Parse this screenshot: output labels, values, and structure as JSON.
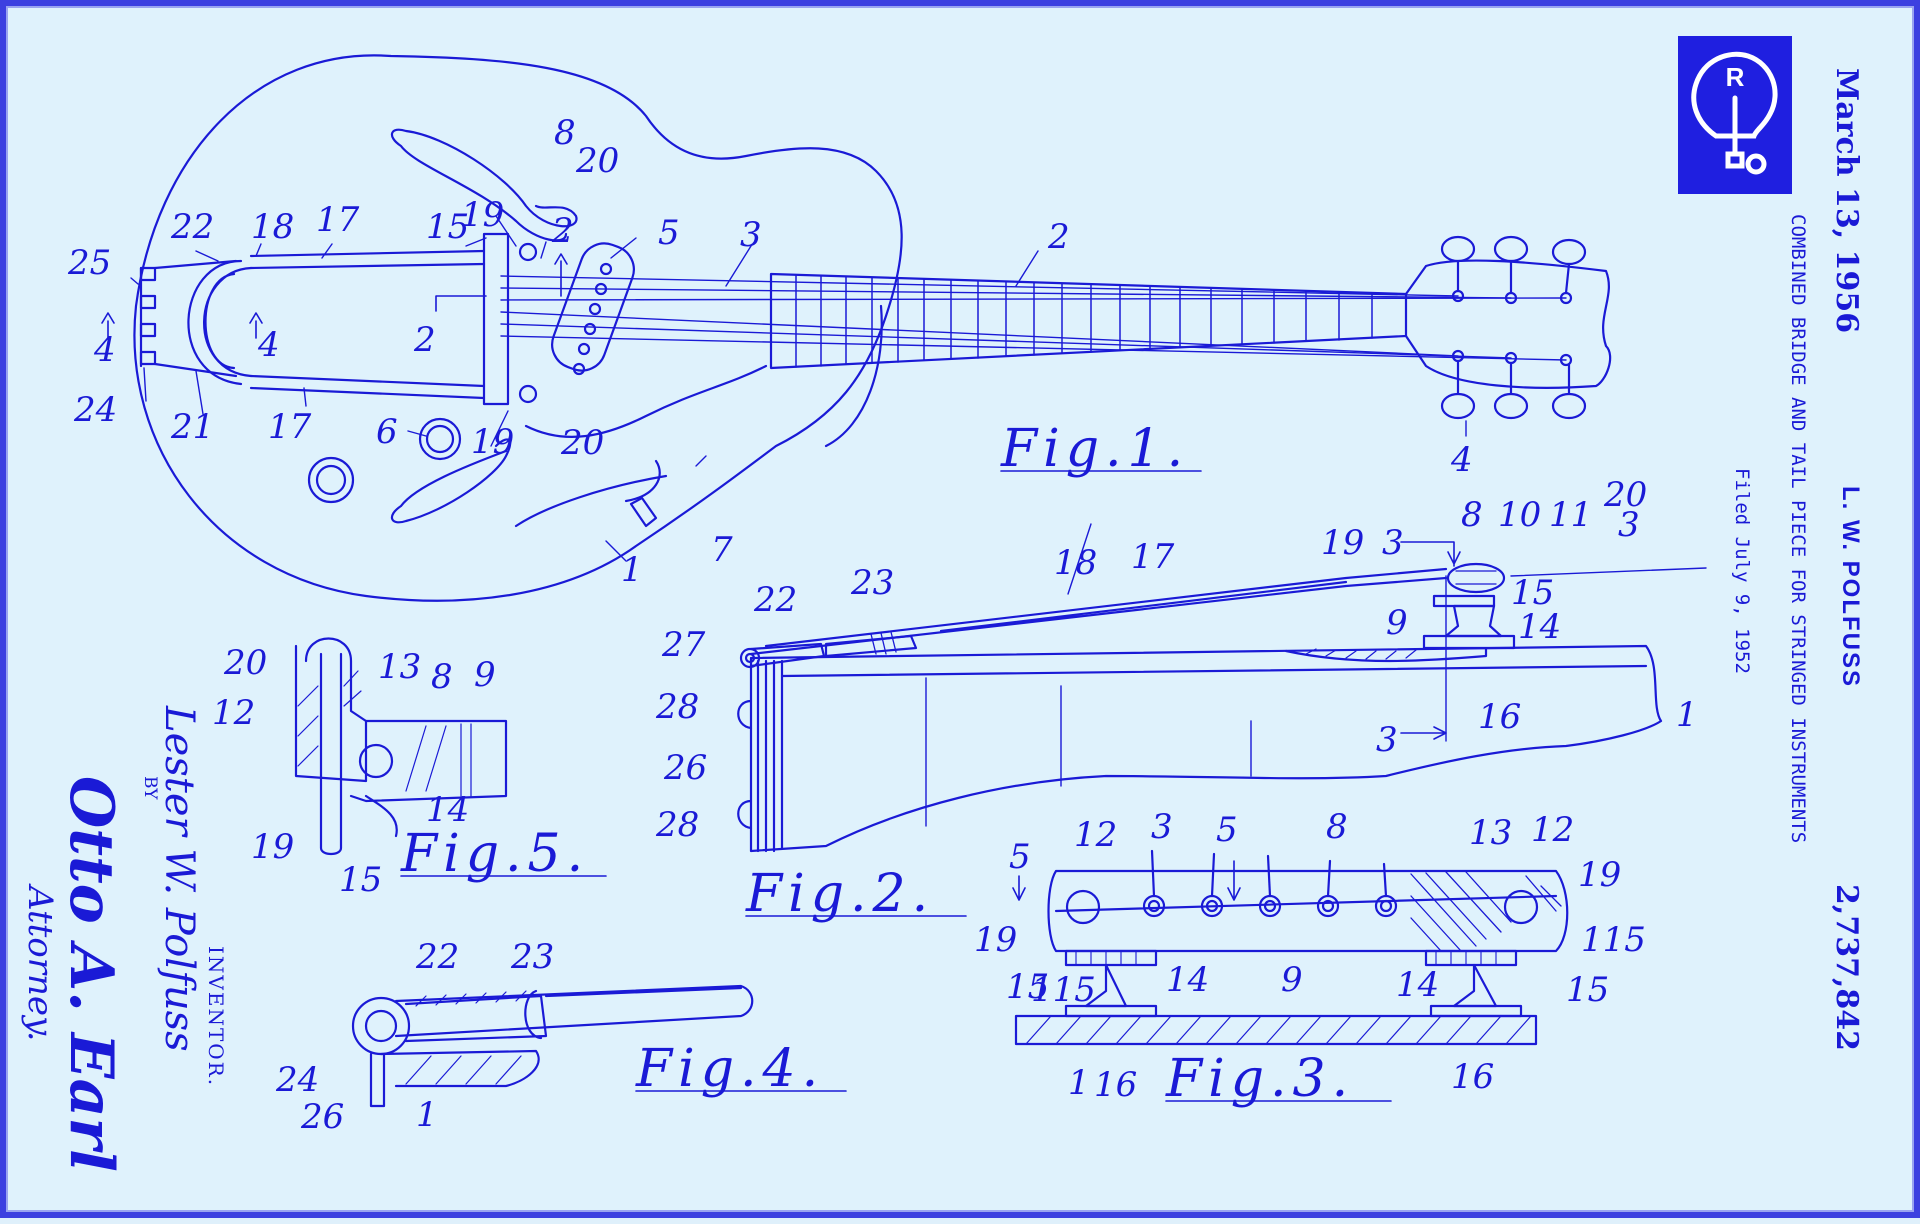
{
  "header": {
    "date": "March 13, 1956",
    "patent_number": "2,737,842",
    "inventor": "L. W. POLFUSS",
    "title": "COMBINED BRIDGE AND TAIL PIECE FOR STRINGED INSTRUMENTS",
    "filed": "Filed July 9, 1952"
  },
  "logo": {
    "letter": "R",
    "icon": "lightbulb-icon"
  },
  "signature": {
    "inventor_label": "INVENTOR.",
    "inventor_name": "Lester W. Polfuss",
    "by": "BY",
    "attorney_name": "Otto A. Earl",
    "attorney_label": "Attorney."
  },
  "figures": {
    "fig1": "Fig.1.",
    "fig2": "Fig.2.",
    "fig3": "Fig.3.",
    "fig4": "Fig.4.",
    "fig5": "Fig.5."
  },
  "labels": {
    "fig1": [
      "25",
      "22",
      "18",
      "17",
      "15",
      "19",
      "8",
      "20",
      "2",
      "5",
      "3",
      "2",
      "4",
      "4",
      "2",
      "24",
      "21",
      "17",
      "6",
      "19",
      "20",
      "7",
      "1",
      "4"
    ],
    "fig2": [
      "22",
      "23",
      "18",
      "17",
      "19",
      "3",
      "8",
      "10",
      "11",
      "20",
      "3",
      "27",
      "28",
      "26",
      "28",
      "9",
      "15",
      "14",
      "16",
      "3",
      "1"
    ],
    "fig3": [
      "5",
      "12",
      "3",
      "5",
      "8",
      "13",
      "12",
      "19",
      "19",
      "9",
      "115",
      "15",
      "115",
      "14",
      "14",
      "15",
      "1",
      "16",
      "16"
    ],
    "fig4": [
      "22",
      "23",
      "24",
      "26",
      "1"
    ],
    "fig5": [
      "20",
      "13",
      "8",
      "9",
      "12",
      "14",
      "19",
      "15"
    ]
  },
  "colors": {
    "ink": "#1a1ad6",
    "background": "#dff2fc",
    "border": "#3c40e0",
    "logo": "#1f1fe0"
  }
}
